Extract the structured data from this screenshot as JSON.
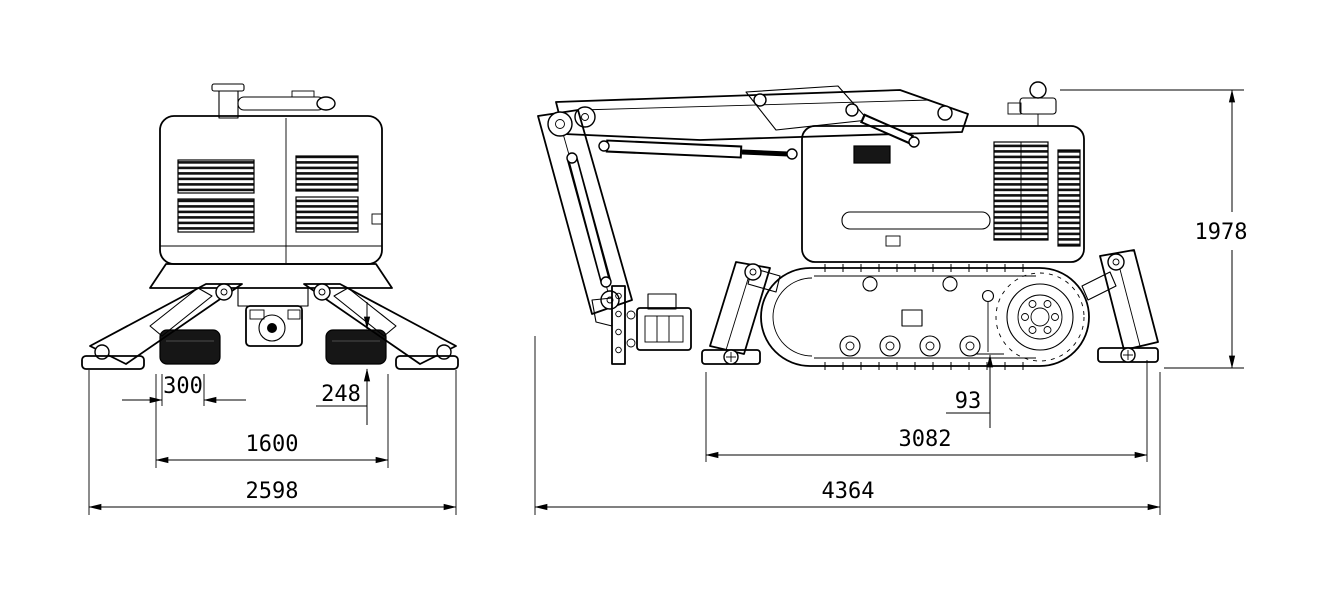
{
  "drawing": {
    "type": "technical-dimension-drawing",
    "background": "#ffffff",
    "line_color": "#000000",
    "front_view": {
      "name": "front-view",
      "dims": {
        "d300": "300",
        "d248": "248",
        "d1600": "1600",
        "d2598": "2598"
      }
    },
    "side_view": {
      "name": "side-view",
      "dims": {
        "d1978": "1978",
        "d93": "93",
        "d3082": "3082",
        "d4364": "4364"
      }
    }
  }
}
